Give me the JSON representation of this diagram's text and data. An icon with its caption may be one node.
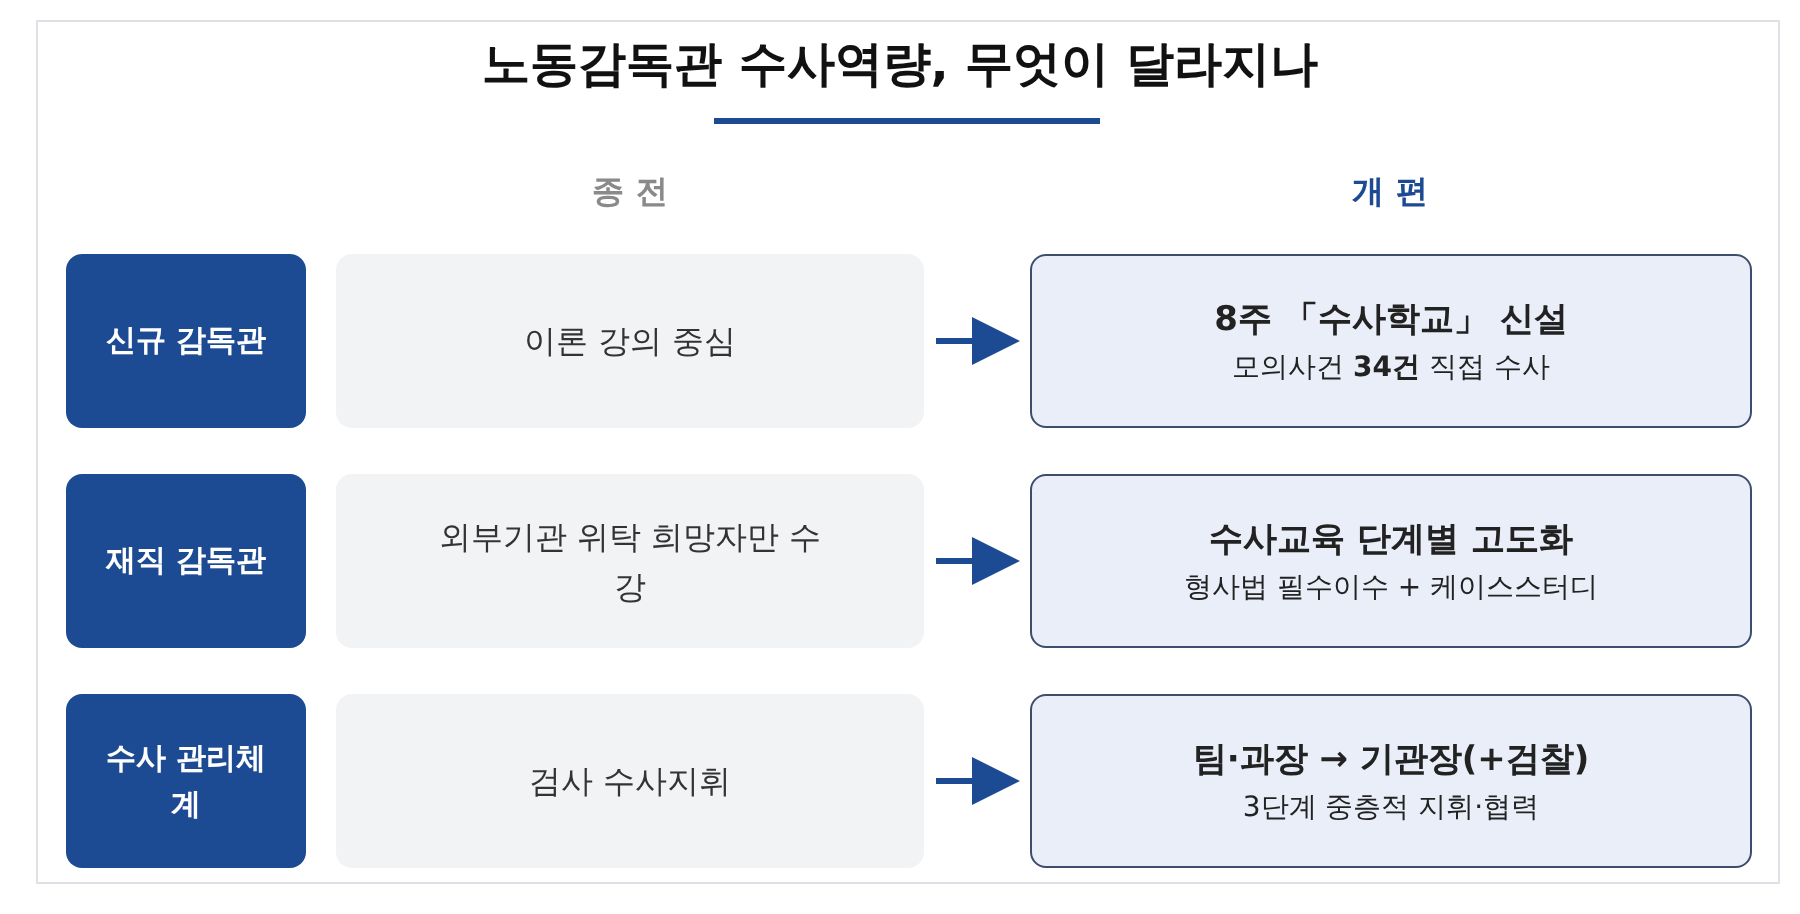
{
  "diagram": {
    "title": "노동감독관 수사역량, 무엇이 달라지나",
    "nodes": [
      {
        "text": [
          "신규 감독관"
        ]
      },
      {
        "text": [
          "이론 강의 중심"
        ]
      },
      {
        "text": [
          "8주 「수사학교」 신설",
          "모의사건 **34건** 직접 수사"
        ]
      },
      {
        "text": [
          "재직 감독관"
        ]
      },
      {
        "text": [
          "외부기관 위탁 희망자만 수강"
        ]
      },
      {
        "text": [
          "수사교육 단계별 고도화",
          "형사법 필수이수 + 케이스스터디"
        ]
      },
      {
        "text": [
          "수사 관리체계"
        ]
      },
      {
        "text": [
          "검사 수사지휘"
        ]
      },
      {
        "text": [
          "팀·과장 → 기관장(+검찰)",
          "3단계 중층적 지휘·협력"
        ]
      }
    ],
    "edges": [
      {
        "from": 1,
        "to": 2,
        "arrow": "to"
      },
      {
        "from": 4,
        "to": 5,
        "arrow": "to"
      },
      {
        "from": 7,
        "to": 8,
        "arrow": "to"
      }
    ],
    "labels": [
      "종 전",
      "개 편"
    ]
  }
}
